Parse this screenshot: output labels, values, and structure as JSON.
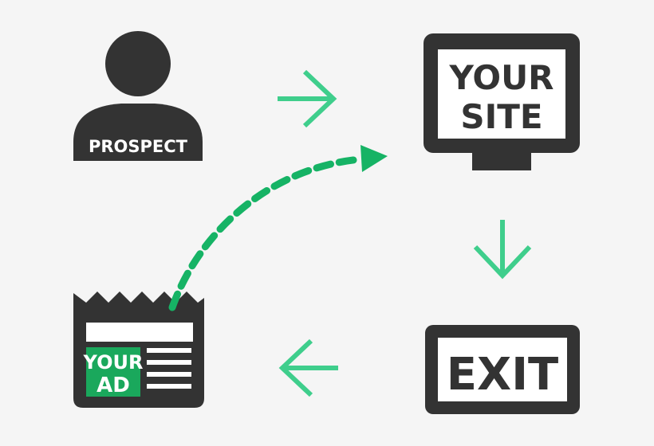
{
  "prospect": {
    "label": "PROSPECT"
  },
  "site": {
    "line1": "YOUR",
    "line2": "SITE"
  },
  "exit": {
    "label": "EXIT"
  },
  "ad": {
    "line1": "YOUR",
    "line2": "AD"
  },
  "colors": {
    "dark": "#333333",
    "accent": "#3fce8c",
    "ad_green": "#1aa85c",
    "dash": "#16b365",
    "background": "#f5f5f5"
  },
  "icons": [
    "person-icon",
    "monitor-icon",
    "exit-sign-icon",
    "newspaper-icon",
    "arrow-right-icon",
    "arrow-down-icon",
    "arrow-left-icon",
    "dashed-curve-arrow-icon"
  ]
}
